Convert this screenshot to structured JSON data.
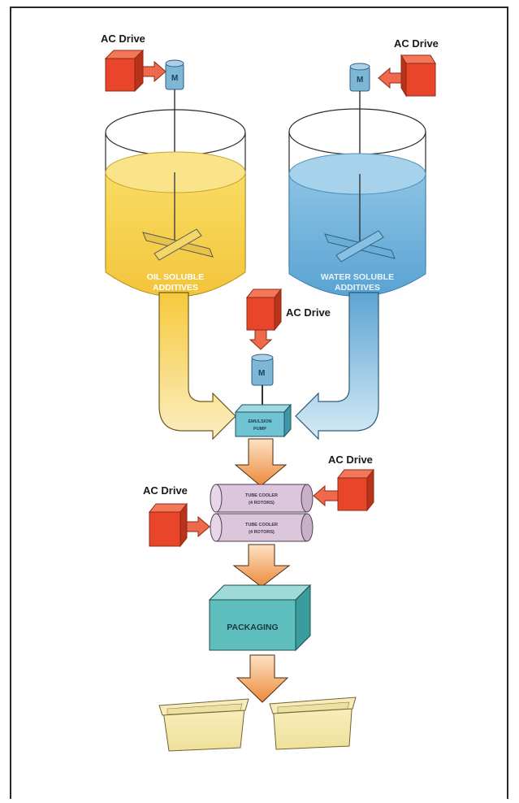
{
  "labels": {
    "ac_drive_top_left": "AC Drive",
    "ac_drive_top_right": "AC Drive",
    "ac_drive_center": "AC Drive",
    "ac_drive_cooler_right": "AC Drive",
    "ac_drive_cooler_left": "AC Drive",
    "motor_left": "M",
    "motor_right": "M",
    "motor_center": "M",
    "oil_tank_line1": "OIL SOLUBLE",
    "oil_tank_line2": "ADDITIVES",
    "water_tank_line1": "WATER SOLUBLE",
    "water_tank_line2": "ADDITIVES",
    "pump_line1": "EMULSION",
    "pump_line2": "PUMP",
    "cooler_top_line1": "TUBE COOLER",
    "cooler_top_line2": "(4 ROTORS)",
    "cooler_bottom_line1": "TUBE COOLER",
    "cooler_bottom_line2": "(4 ROTORS)",
    "packaging": "PACKAGING"
  },
  "colors": {
    "ac_drive_red": "#e8452a",
    "motor_blue": "#7eb6d6",
    "oil_yellow": "#f7d54a",
    "water_blue": "#7eb8de",
    "pump_teal": "#6fc3d2",
    "cooler_lavender": "#dcc6dc",
    "packaging_teal": "#5fbfbf",
    "arrow_orange": "#f0a050",
    "tub_cream": "#f3e6a8"
  }
}
